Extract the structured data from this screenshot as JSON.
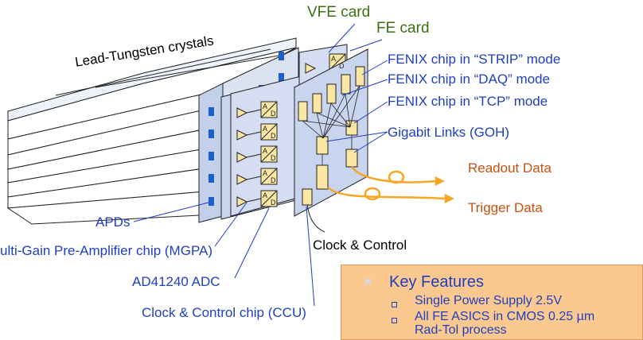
{
  "labels": {
    "vfe_card": "VFE card",
    "fe_card": "FE card",
    "crystals": "Lead-Tungsten crystals",
    "fenix_strip": "FENIX chip in “STRIP” mode",
    "fenix_daq": "FENIX chip in “DAQ” mode",
    "fenix_tcp": "FENIX chip in “TCP” mode",
    "gigabit": "Gigabit Links (GOH)",
    "readout": "Readout Data",
    "trigger": "Trigger Data",
    "apds": "APDs",
    "mgpa": "ulti-Gain Pre-Amplifier chip (MGPA)",
    "adc": "AD41240 ADC",
    "ccu": "Clock & Control chip (CCU)",
    "clock": "Clock & Control",
    "adc_a": "A",
    "adc_d": "D"
  },
  "features": {
    "title": "Key Features",
    "items": [
      "Single Power Supply 2.5V",
      "All FE ASICS in CMOS 0.25 µm",
      "Rad-Tol process"
    ]
  },
  "colors": {
    "crystal_face": "#bfcde6",
    "apd": "#1e5fd0",
    "card": "#c9d4ee",
    "chip": "#fbe6a3",
    "fiber": "#f5a623",
    "label_blue": "#1f3fbf",
    "label_green": "#3c6e12",
    "label_orange": "#c8500f",
    "box": "#fbc98f"
  }
}
